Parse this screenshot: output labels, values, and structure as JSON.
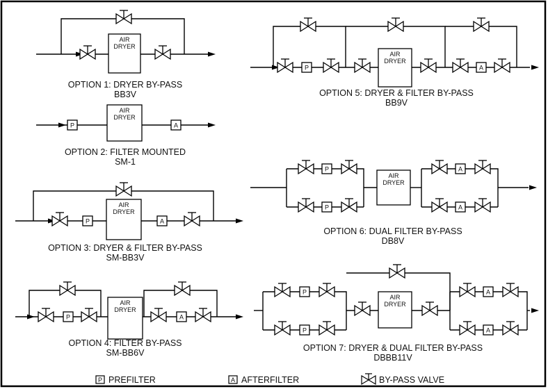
{
  "box_labels": {
    "dryer_top": "AIR",
    "dryer_bottom": "DRYER",
    "prefilter": "P",
    "afterfilter": "A"
  },
  "options": [
    {
      "title": "OPTION 1: DRYER BY-PASS",
      "code": "BB3V"
    },
    {
      "title": "OPTION 2: FILTER MOUNTED",
      "code": "SM-1"
    },
    {
      "title": "OPTION 3: DRYER & FILTER BY-PASS",
      "code": "SM-BB3V"
    },
    {
      "title": "OPTION 4: FILTER BY-PASS",
      "code": "SM-BB6V"
    },
    {
      "title": "OPTION 5: DRYER & FILTER BY-PASS",
      "code": "BB9V"
    },
    {
      "title": "OPTION 6: DUAL FILTER BY-PASS",
      "code": "DB8V"
    },
    {
      "title": "OPTION 7: DRYER & DUAL FILTER BY-PASS",
      "code": "DBBB11V"
    }
  ],
  "legend": {
    "prefilter": "PREFILTER",
    "afterfilter": "AFTERFILTER",
    "bypass_valve": "BY-PASS VALVE"
  }
}
